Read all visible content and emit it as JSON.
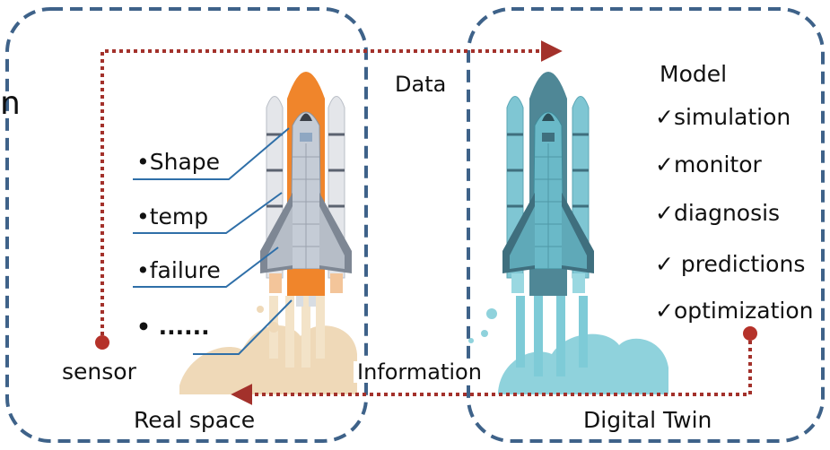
{
  "cut_text": "n",
  "real_space": {
    "caption": "Real space",
    "sensor_label": "sensor",
    "bullets": [
      "•Shape",
      "•temp",
      "•failure"
    ],
    "ellipsis": "• ......"
  },
  "digital_twin": {
    "caption": "Digital Twin",
    "model_title": "Model",
    "model_items": [
      "✓simulation",
      "✓monitor",
      "✓diagnosis",
      "✓ predictions",
      "✓optimization"
    ]
  },
  "flows": {
    "data_label": "Data",
    "information_label": "Information"
  },
  "colors": {
    "panel_border": "#3e6289",
    "flow_arrow": "#a3312b",
    "leader_line": "#2f6fa8",
    "real_orange": "#f0852b",
    "real_body": "#c5ccd6",
    "twin_body": "#6ab9c8",
    "twin_dark": "#3f6f7e",
    "exhaust_real": "#efd9b8",
    "exhaust_twin": "#8fd2dc"
  }
}
